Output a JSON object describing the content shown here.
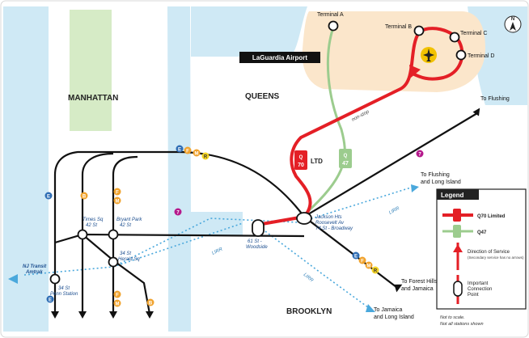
{
  "regions": {
    "manhattan": "MANHATTAN",
    "queens": "QUEENS",
    "brooklyn": "BROOKLYN"
  },
  "airport": {
    "name": "LaGuardia Airport",
    "terminals": [
      "Terminal A",
      "Terminal B",
      "Terminal C",
      "Terminal D"
    ]
  },
  "destinations": {
    "flushing": "To Flushing",
    "flushing_li_1": "To Flushing",
    "flushing_li_2": "and Long Island",
    "forest_hills_1": "To Forest Hills",
    "forest_hills_2": "and Jamaica",
    "jamaica_li_1": "To Jamaica",
    "jamaica_li_2": "and Long Island"
  },
  "stations": {
    "times_sq_1": "Times Sq",
    "times_sq_2": "42 St",
    "bryant_park_1": "Bryant Park",
    "bryant_park_2": "42 St",
    "herald_sq_1": "34 St",
    "herald_sq_2": "Herald Sq",
    "penn_1": "34 St",
    "penn_2": "Penn Station",
    "woodside_1": "61 St -",
    "woodside_2": "Woodside",
    "jackson_1": "Jackson Hts",
    "jackson_2": "Roosevelt Av",
    "jackson_3": "74 St - Broadway",
    "nj_transit_1": "NJ Transit",
    "nj_transit_2": "Amtrak"
  },
  "routes": {
    "q70_badge_top": "Q",
    "q70_badge_num": "70",
    "q70_ltd": "LTD",
    "q47_badge_top": "Q",
    "q47_badge_num": "47",
    "non_stop": "non-stop",
    "lirr": "LIRR"
  },
  "subway_badges": {
    "efmr": [
      "E",
      "F",
      "M",
      "R"
    ],
    "queens_efmr": [
      "E",
      "F",
      "M",
      "R"
    ],
    "seven": "7",
    "e": "E",
    "b": "B",
    "f": "F",
    "m": "M",
    "f2": "F",
    "m2": "M",
    "b2": "B",
    "e2": "E"
  },
  "legend": {
    "title": "Legend",
    "q70": "Q70 Limited",
    "q47": "Q47",
    "direction_1": "Direction of Service",
    "direction_2": "(Secondary service has no arrows)",
    "connection_1": "Important",
    "connection_2": "Connection",
    "connection_3": "Point"
  },
  "notes": {
    "line1": "Not to scale.",
    "line2": "Not all stations shown"
  },
  "compass": "N",
  "colors": {
    "q70_red": "#e41f26",
    "q47_green": "#9ccc8e",
    "water_blue": "#cfe9f5",
    "airport_tan": "#fbe6cb",
    "park_green": "#d6ebc6",
    "lirr_blue": "#4aa8dc",
    "seven_purple": "#b5198c",
    "efmr_blue": "#2e6db4",
    "bfm_orange": "#f0a22c"
  }
}
